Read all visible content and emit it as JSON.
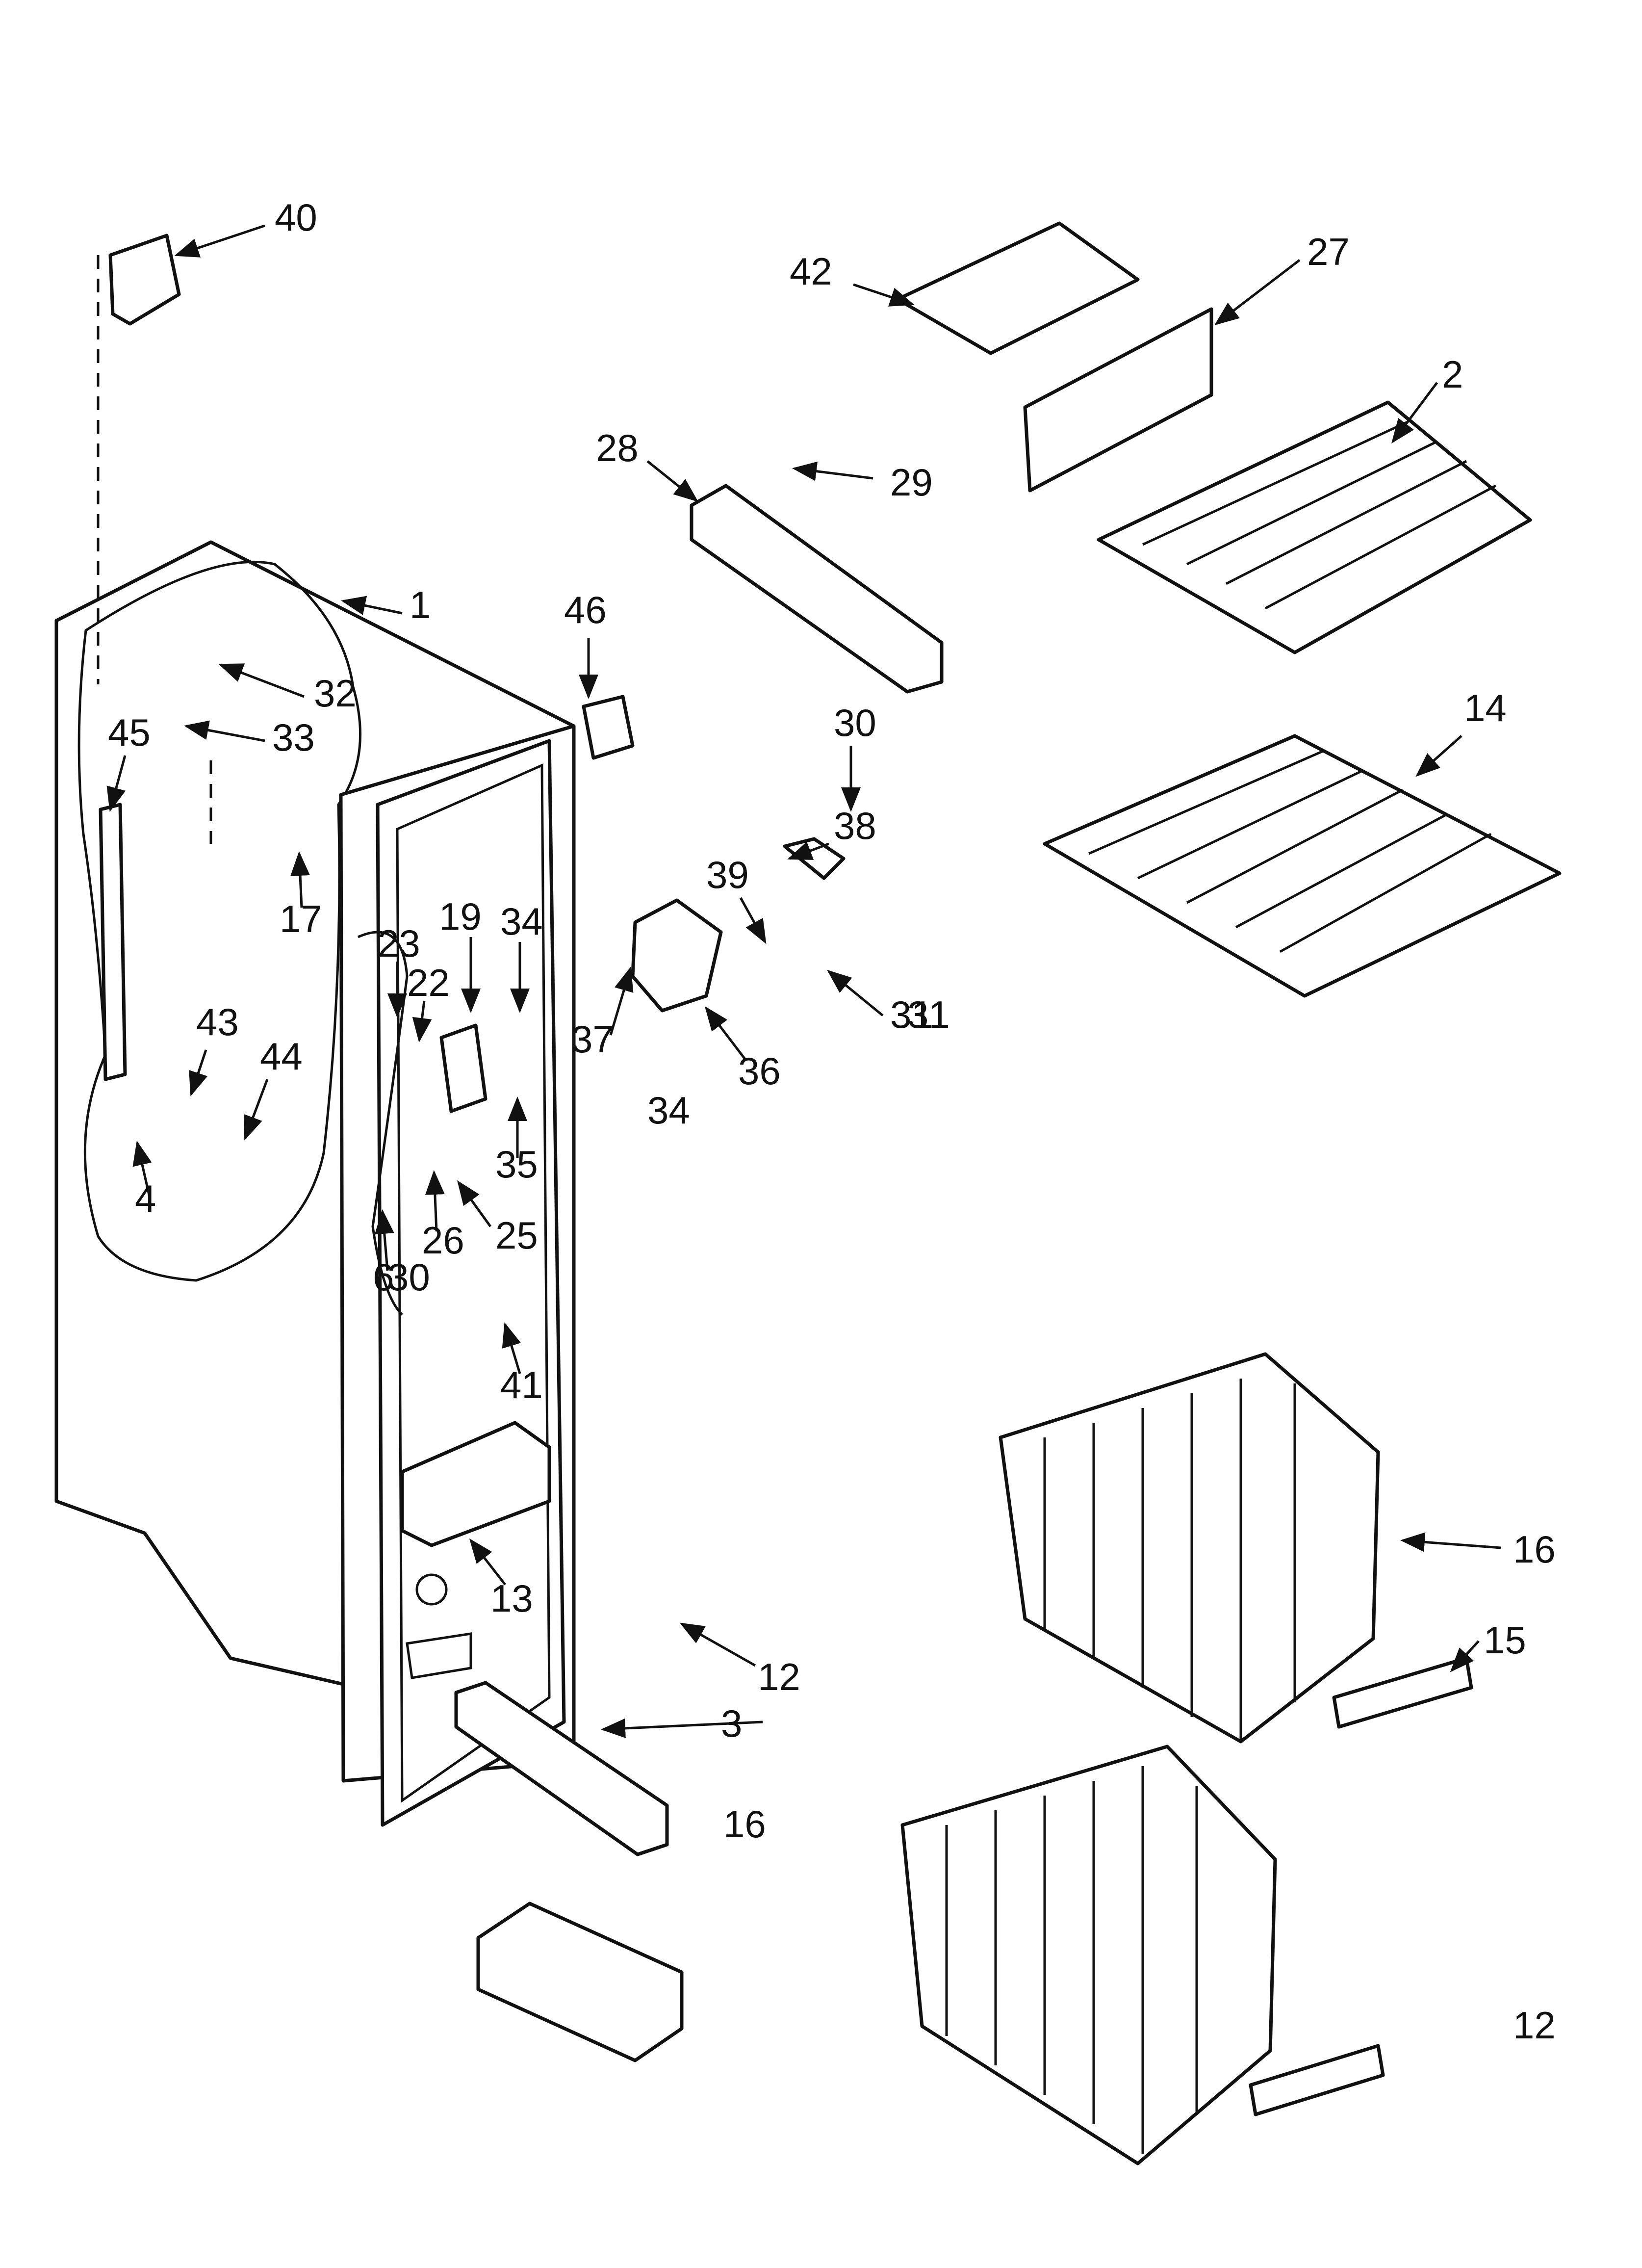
{
  "diagram": {
    "callouts": [
      "40",
      "42",
      "27",
      "2",
      "28",
      "29",
      "1",
      "46",
      "32",
      "33",
      "45",
      "17",
      "30",
      "38",
      "14",
      "23",
      "22",
      "19",
      "34",
      "39",
      "37",
      "36",
      "31",
      "43",
      "44",
      "4",
      "35",
      "26",
      "25",
      "6",
      "41",
      "16",
      "13",
      "12",
      "3",
      "15"
    ]
  }
}
